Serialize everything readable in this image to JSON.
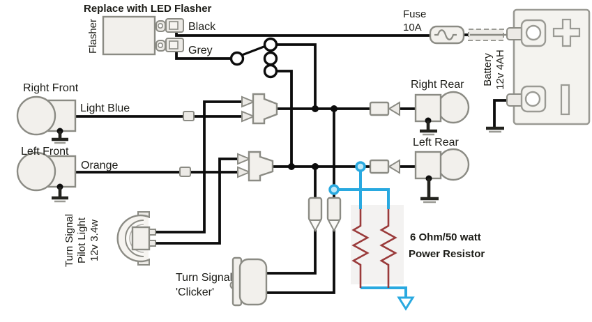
{
  "notes": {
    "replace_flasher": "Replace with LED Flasher",
    "resistor_line1": "6 Ohm/50 watt",
    "resistor_line2": "Power Resistor"
  },
  "flasher": {
    "label": "Flasher",
    "wire_black": "Black",
    "wire_grey": "Grey"
  },
  "fuse": {
    "name": "Fuse",
    "rating": "10A"
  },
  "battery": {
    "name": "Battery",
    "spec": "12v 4AH"
  },
  "lamps": {
    "right_front": "Right Front",
    "left_front": "Left Front",
    "right_rear": "Right Rear",
    "left_rear": "Left Rear"
  },
  "wire_labels": {
    "right_front": "Light Blue",
    "left_front": "Orange"
  },
  "pilot_light": {
    "line1": "Turn Signal",
    "line2": "Pilot Light",
    "line3": "12v 3.4w"
  },
  "clicker": {
    "line1": "Turn Signal",
    "line2": "'Clicker'"
  },
  "colors": {
    "accent_blue": "#2a9fd8",
    "flasher_fill": "#29abe2",
    "wire_blue": "#29a9e0",
    "resistor_red": "#9a3a3a"
  }
}
